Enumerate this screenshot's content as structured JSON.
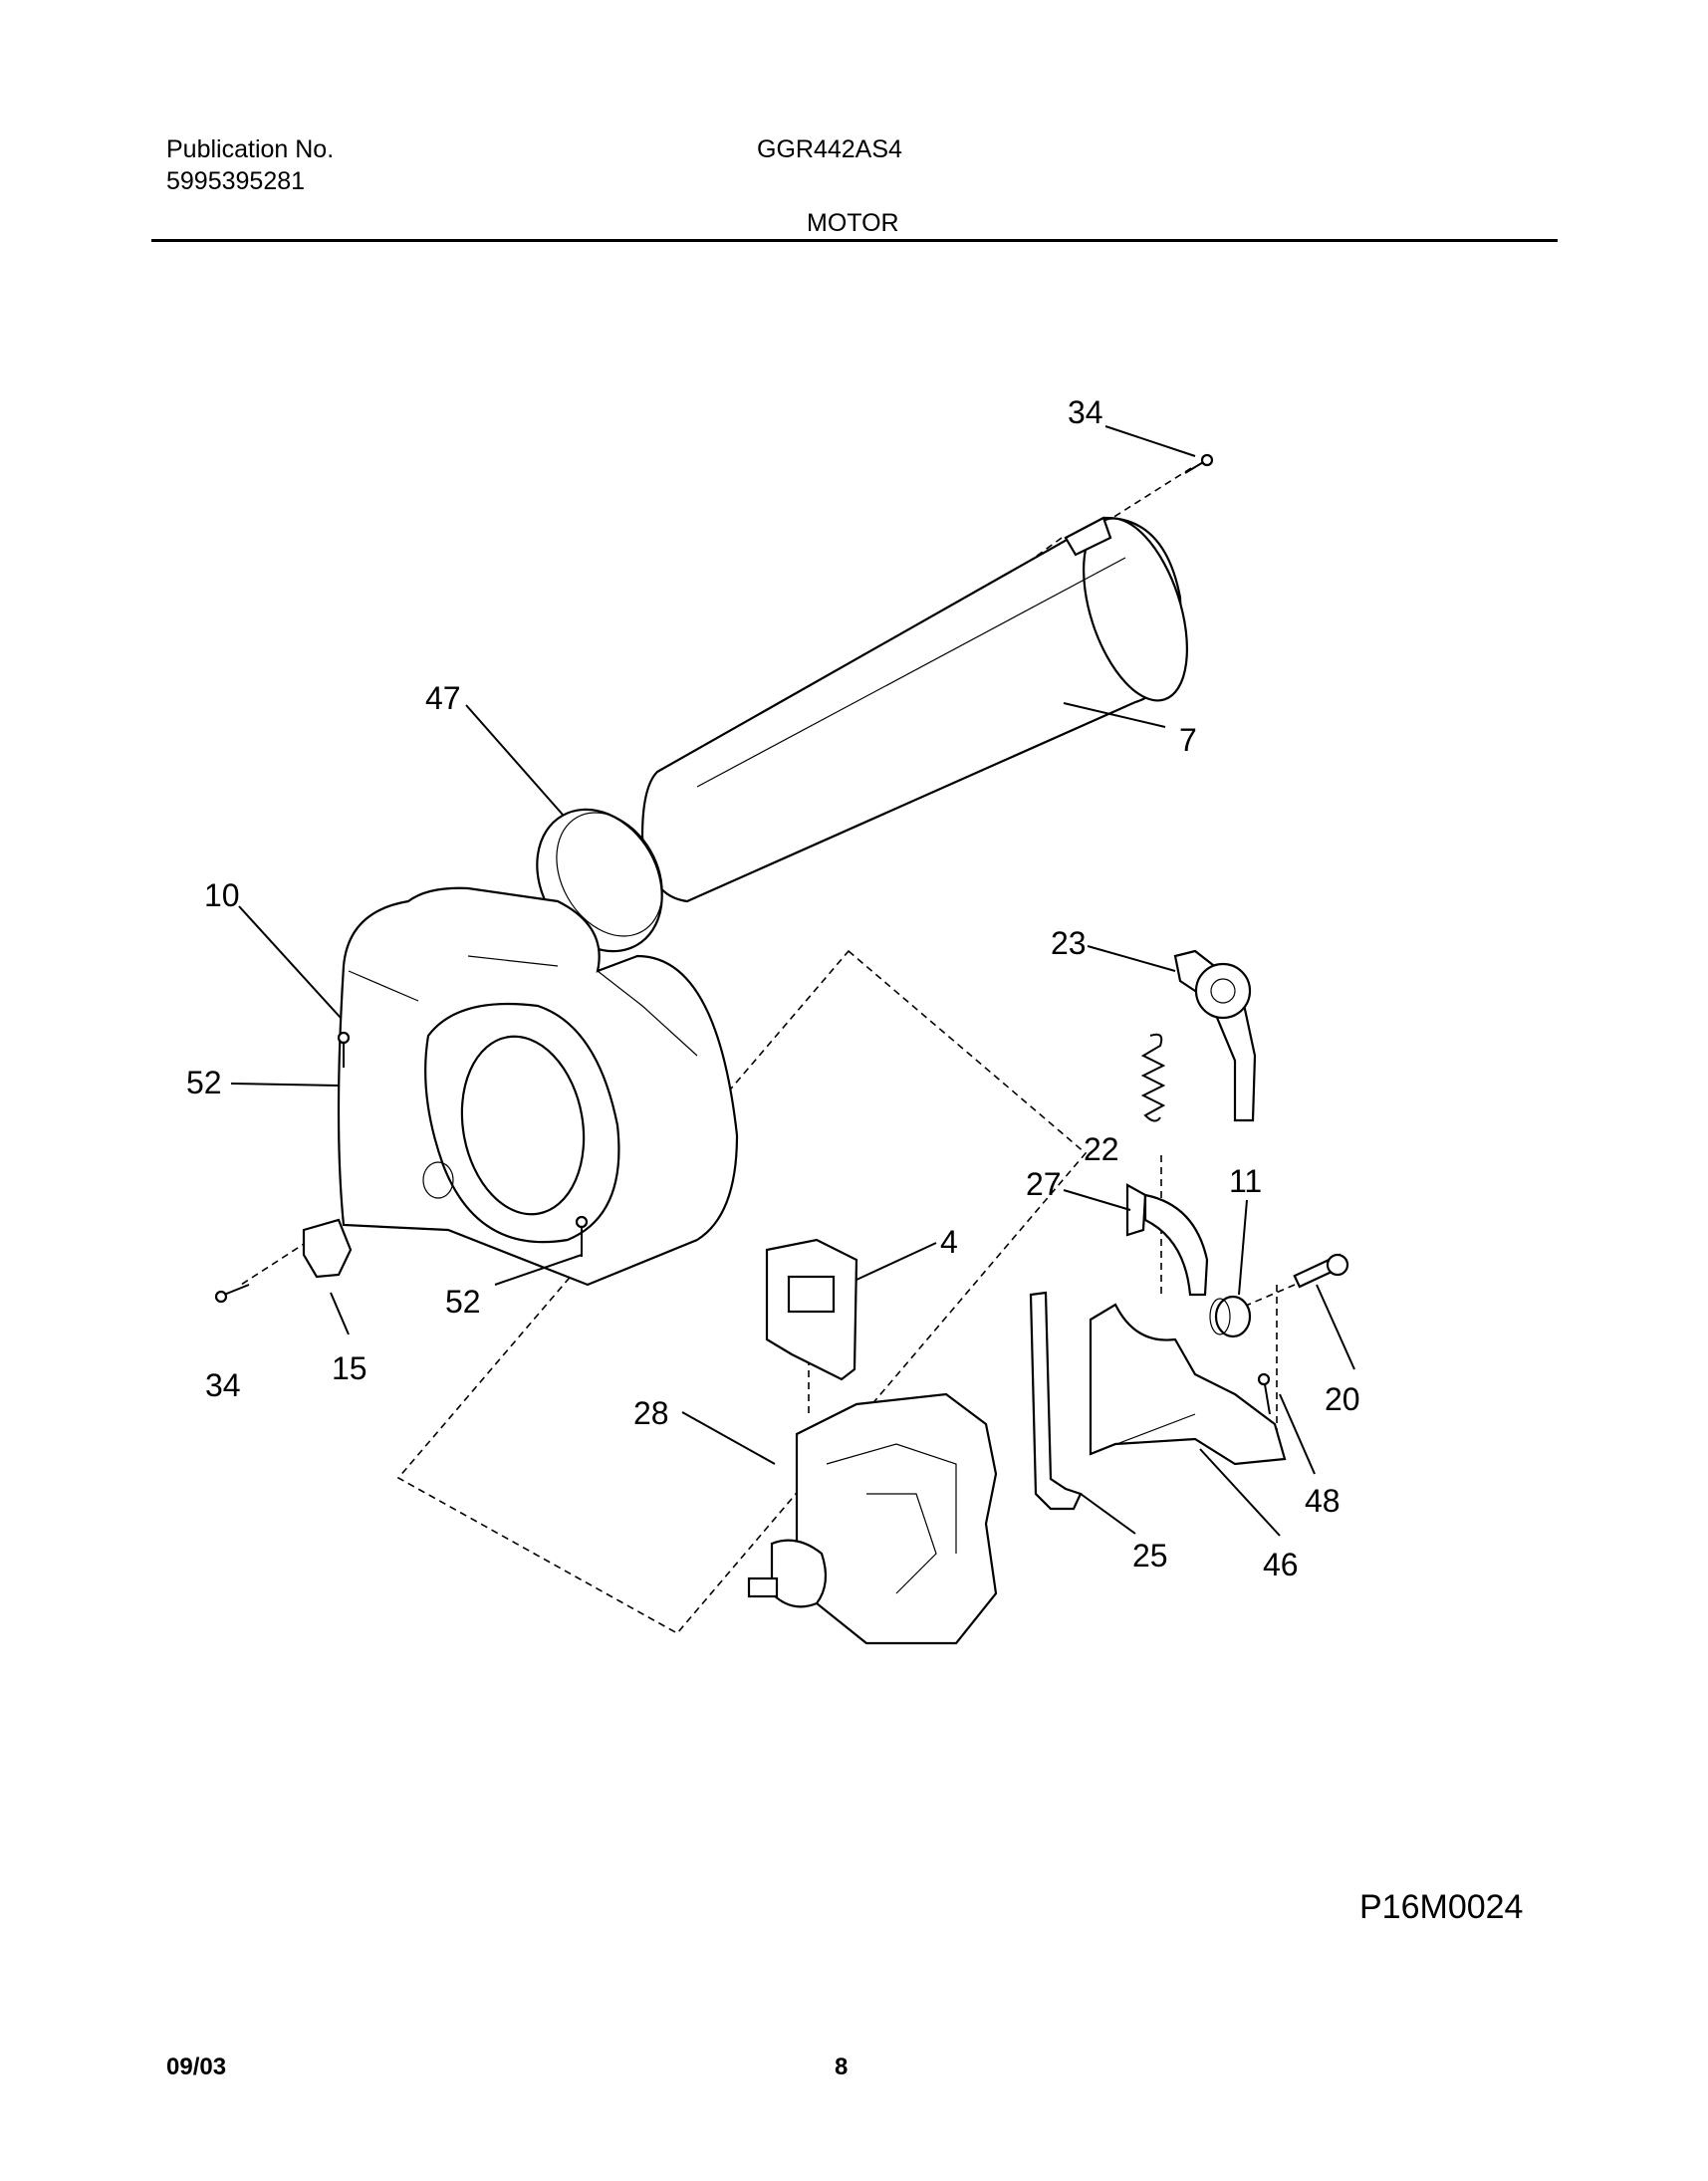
{
  "header": {
    "publication_label": "Publication No.",
    "publication_number": "5995395281",
    "model": "GGR442AS4",
    "section_title": "MOTOR"
  },
  "diagram": {
    "callouts": [
      "34",
      "47",
      "7",
      "10",
      "23",
      "52",
      "22",
      "11",
      "27",
      "4",
      "52",
      "20",
      "34",
      "15",
      "28",
      "48",
      "25",
      "46"
    ],
    "figure_code": "P16M0024"
  },
  "footer": {
    "date": "09/03",
    "page": "8"
  }
}
